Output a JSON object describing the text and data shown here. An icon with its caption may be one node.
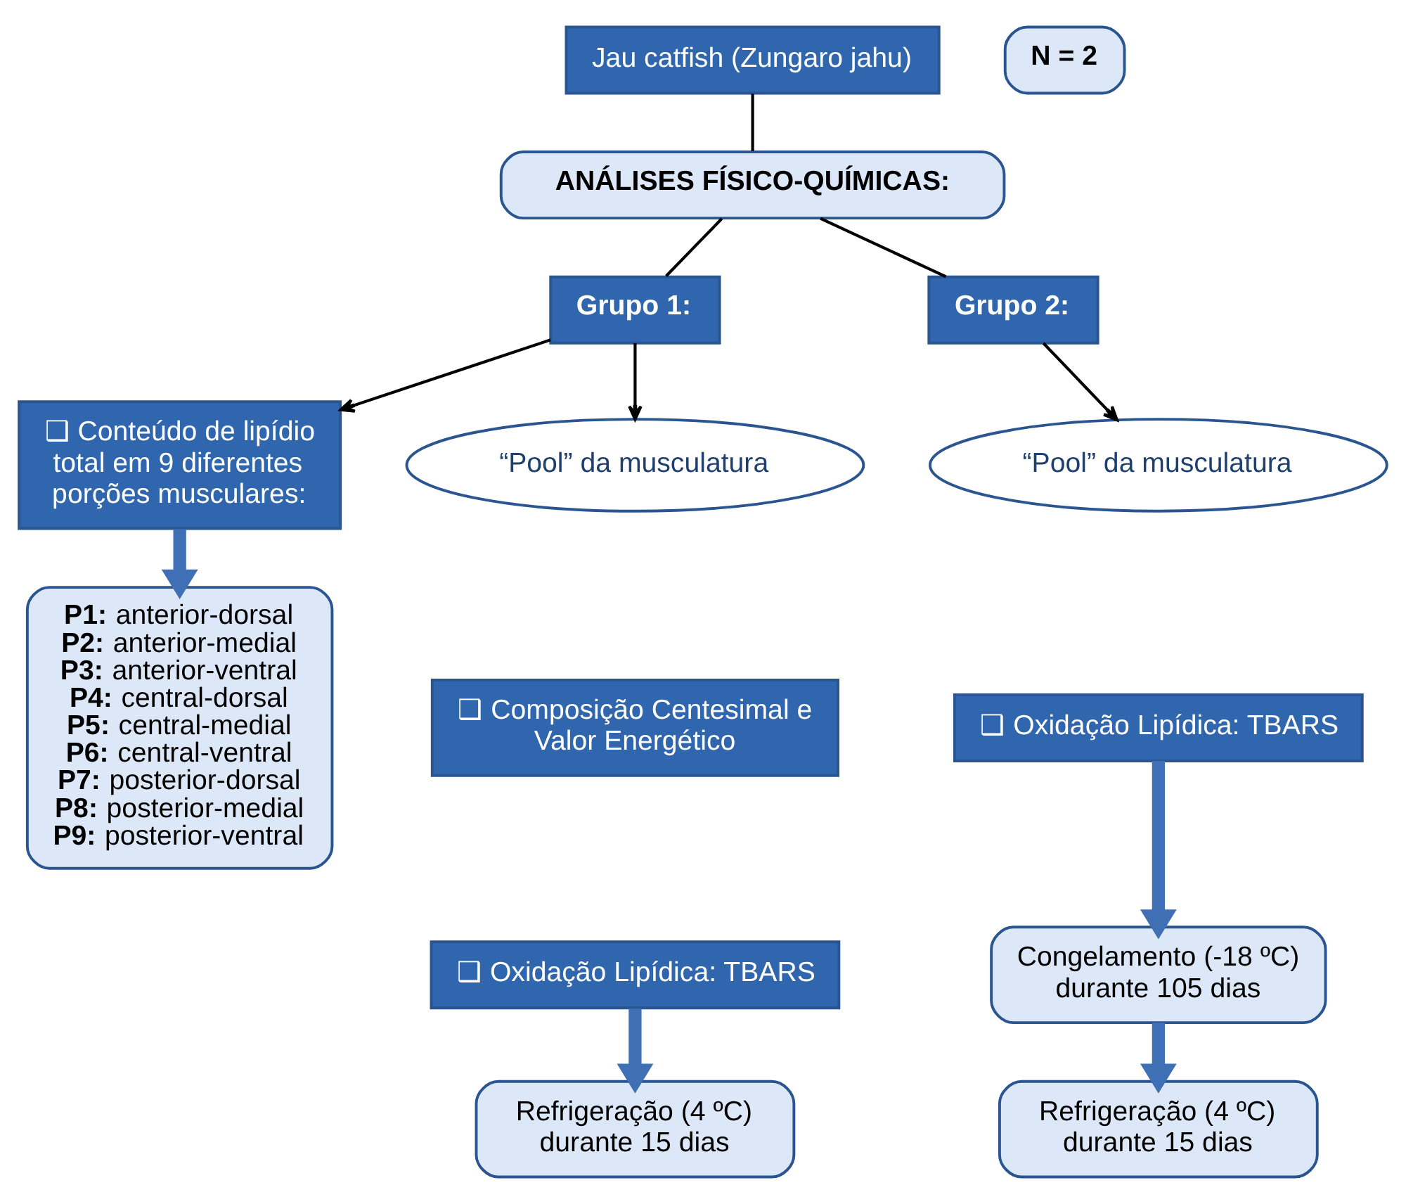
{
  "diagram": {
    "nodes": [
      {
        "text": [
          "Jau catfish (Zungaro jahu)"
        ]
      },
      {
        "text": [
          "N = 2"
        ]
      },
      {
        "text": [
          "ANÁLISES FÍSICO-QUÍMICAS:"
        ]
      },
      {
        "text": [
          "Grupo 1:"
        ]
      },
      {
        "text": [
          "Grupo 2:"
        ]
      },
      {
        "text": [
          "❑ Conteúdo de lipídio total em 9 diferentes porções musculares:"
        ]
      },
      {
        "text": [
          "“Pool” da musculatura"
        ]
      },
      {
        "text": [
          "**P1:** anterior-dorsal",
          "**P2:** anterior-medial",
          "**P3:** anterior-ventral",
          "**P4:** central-dorsal",
          "**P5:** central-medial",
          "**P6:** central-ventral",
          "**P7:** posterior-dorsal",
          "**P8:** posterior-medial",
          "**P9:** posterior-ventral"
        ]
      },
      {
        "text": [
          "“Pool” da musculatura"
        ]
      },
      {
        "text": [
          "❑ Composição Centesimal e Valor Energético"
        ]
      },
      {
        "text": [
          "❑ Oxidação Lipídica: TBARS"
        ]
      },
      {
        "text": [
          "Refrigeração (4 ºC) durante 15 dias"
        ]
      },
      {
        "text": [
          "❑ Oxidação Lipídica: TBARS"
        ]
      },
      {
        "text": [
          "Congelamento (-18 ºC) durante 105 dias"
        ]
      },
      {
        "text": [
          "Refrigeração (4 ºC) durante 15 dias"
        ]
      }
    ],
    "edges": [
      {
        "from": 0,
        "to": 2,
        "arrow": "none"
      },
      {
        "from": 2,
        "to": 3,
        "arrow": "none"
      },
      {
        "from": 2,
        "to": 4,
        "arrow": "none"
      },
      {
        "from": 3,
        "to": 6,
        "arrow": "to"
      },
      {
        "from": 3,
        "to": 5,
        "arrow": "to"
      },
      {
        "from": 4,
        "to": 8,
        "arrow": "to"
      },
      {
        "from": 5,
        "to": 7,
        "arrow": "to",
        "style": "thick",
        "color": "#3f6fb5"
      },
      {
        "from": 10,
        "to": 11,
        "arrow": "to",
        "style": "thick",
        "color": "#3f6fb5"
      },
      {
        "from": 12,
        "to": 13,
        "arrow": "to",
        "style": "thick",
        "color": "#3f6fb5"
      },
      {
        "from": 13,
        "to": 14,
        "arrow": "to",
        "style": "thick",
        "color": "#3f6fb5"
      }
    ]
  }
}
